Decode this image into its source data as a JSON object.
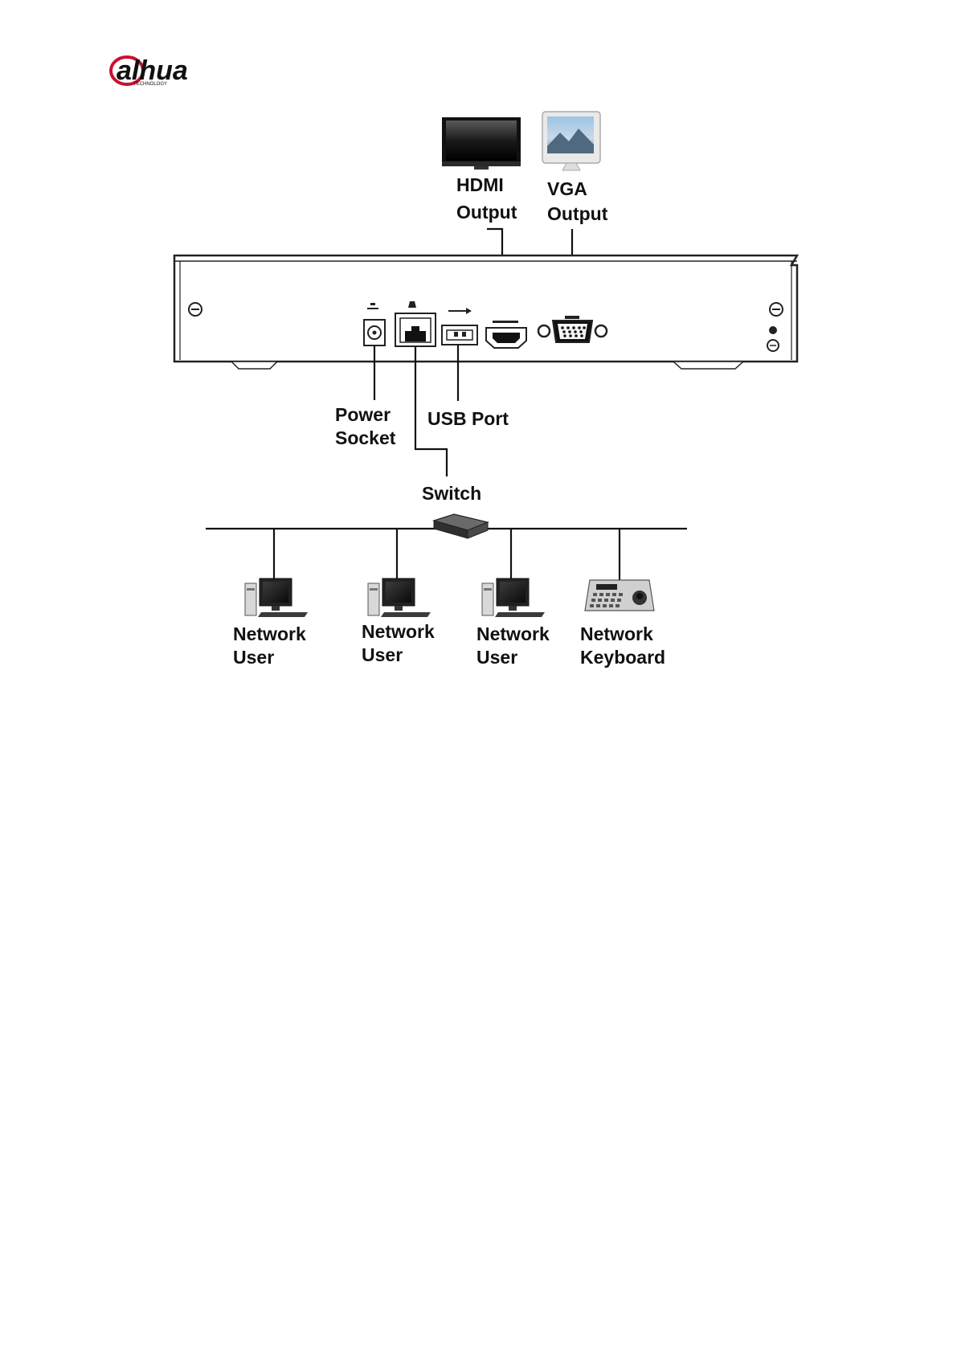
{
  "logo": {
    "brand": "alhua",
    "tagline": "TECHNOLOGY",
    "color": "#c8102e"
  },
  "outputs": {
    "hdmi": [
      "HDMI",
      "Output"
    ],
    "vga": [
      "VGA",
      "Output"
    ]
  },
  "ports": {
    "power": [
      "Power",
      "Socket"
    ],
    "usb": "USB Port",
    "switch": "Switch"
  },
  "devices": [
    {
      "label": [
        "Network",
        "User"
      ],
      "icon": "computer-icon"
    },
    {
      "label": [
        "Network",
        "User"
      ],
      "icon": "computer-icon"
    },
    {
      "label": [
        "Network",
        "User"
      ],
      "icon": "computer-icon"
    },
    {
      "label": [
        "Network",
        "Keyboard"
      ],
      "icon": "keyboard-icon"
    }
  ],
  "colors": {
    "line": "#111111",
    "device_body": "#ffffff",
    "device_outline": "#333333"
  }
}
